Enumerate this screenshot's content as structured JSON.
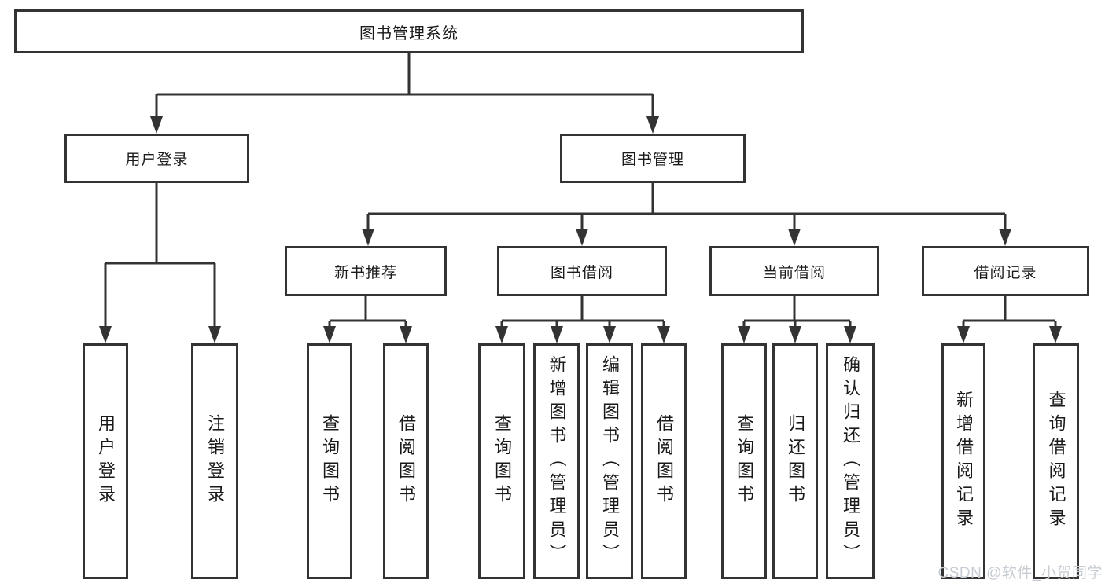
{
  "tree": {
    "label": "图书管理系统",
    "children": [
      {
        "label": "用户登录",
        "children": [
          {
            "label": "用户登录"
          },
          {
            "label": "注销登录"
          }
        ]
      },
      {
        "label": "图书管理",
        "children": [
          {
            "label": "新书推荐",
            "children": [
              {
                "label": "查询图书"
              },
              {
                "label": "借阅图书"
              }
            ]
          },
          {
            "label": "图书借阅",
            "children": [
              {
                "label": "查询图书"
              },
              {
                "label": "新增图书（管理员）"
              },
              {
                "label": "编辑图书（管理员）"
              },
              {
                "label": "借阅图书"
              }
            ]
          },
          {
            "label": "当前借阅",
            "children": [
              {
                "label": "查询图书"
              },
              {
                "label": "归还图书"
              },
              {
                "label": "确认归还（管理员）"
              }
            ]
          },
          {
            "label": "借阅记录",
            "children": [
              {
                "label": "新增借阅记录"
              },
              {
                "label": "查询借阅记录"
              }
            ]
          }
        ]
      }
    ]
  },
  "watermark": {
    "text": "CSDN @软件_小贺同学"
  },
  "colors": {
    "line": "#333333",
    "text": "#1a1a1a",
    "watermark": "#c7ccd3",
    "background": "#ffffff"
  }
}
